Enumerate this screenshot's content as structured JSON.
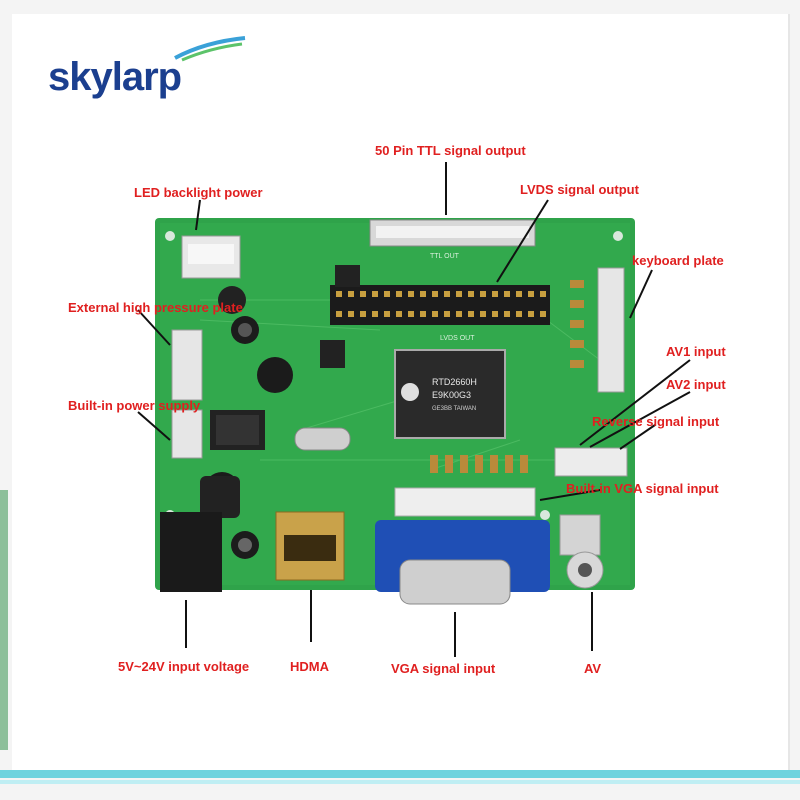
{
  "brand": {
    "logo_text": "skylarp"
  },
  "colors": {
    "label_red": "#e02020",
    "pcb_green": "#2fa34a",
    "logo_blue": "#1b3f8f",
    "band_cyan": "#6fd3de"
  },
  "labels": {
    "ttl_output": "50 Pin TTL signal output",
    "led_backlight": "LED backlight power",
    "lvds_output": "LVDS signal output",
    "keyboard_plate": "keyboard plate",
    "external_high_pressure": "External high pressure plate",
    "av1_input": "AV1 input",
    "av2_input": "AV2 input",
    "built_in_power": "Built-in power supply",
    "reverse_signal": "Reverse signal input",
    "built_in_vga": "Built-in VGA signal input",
    "input_voltage": "5V~24V input voltage",
    "hdma": "HDMA",
    "vga_input": "VGA signal input",
    "av": "AV"
  },
  "chip": {
    "line1": "RTD2660H",
    "line2": "E9K00G3",
    "line3": "GE3BB TAIWAN"
  },
  "silk": {
    "ttl_out": "TTL OUT",
    "lvds_out": "LVDS OUT"
  }
}
